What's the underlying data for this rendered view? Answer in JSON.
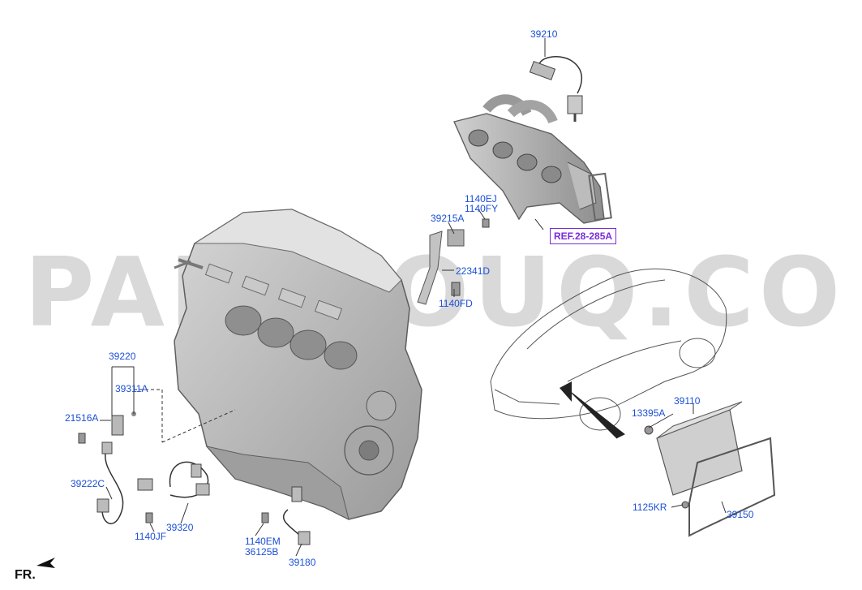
{
  "watermark": "PARTSOUQ.COM",
  "ref_label": "REF.28-285A",
  "orientation_label": "FR.",
  "colors": {
    "label": "#1b4fd6",
    "ref_text": "#7a2bd8",
    "part_fill": "#bdbdbd",
    "part_stroke": "#6b6b6b",
    "watermark": "#d9d9d9",
    "line": "#333333"
  },
  "callouts": [
    {
      "id": "c-39210",
      "text": "39210"
    },
    {
      "id": "c-1140EJ",
      "text": "1140EJ"
    },
    {
      "id": "c-1140FY",
      "text": "1140FY"
    },
    {
      "id": "c-39215A",
      "text": "39215A"
    },
    {
      "id": "c-22341D",
      "text": "22341D"
    },
    {
      "id": "c-1140FD",
      "text": "1140FD"
    },
    {
      "id": "c-39220",
      "text": "39220"
    },
    {
      "id": "c-39311A",
      "text": "39311A"
    },
    {
      "id": "c-21516A",
      "text": "21516A"
    },
    {
      "id": "c-39222C",
      "text": "39222C"
    },
    {
      "id": "c-1140JF",
      "text": "1140JF"
    },
    {
      "id": "c-39320",
      "text": "39320"
    },
    {
      "id": "c-1140EM",
      "text": "1140EM"
    },
    {
      "id": "c-36125B",
      "text": "36125B"
    },
    {
      "id": "c-39180",
      "text": "39180"
    },
    {
      "id": "c-39110",
      "text": "39110"
    },
    {
      "id": "c-13395A",
      "text": "13395A"
    },
    {
      "id": "c-1125KR",
      "text": "1125KR"
    },
    {
      "id": "c-39150",
      "text": "39150"
    }
  ]
}
